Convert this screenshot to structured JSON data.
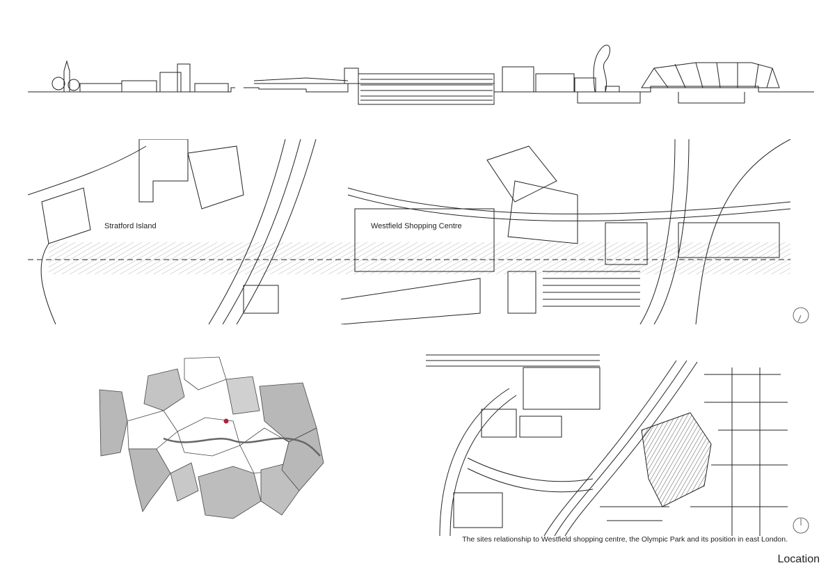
{
  "labels": {
    "stratford_island": "Stratford Island",
    "westfield": "Westfield Shopping Centre"
  },
  "caption": "The sites relationship to Westfield shopping centre, the Olympic Park and  its position in east London.",
  "title": "Location",
  "colors": {
    "line": "#222222",
    "hatch": "#555555",
    "borough_shaded": "#b8b8b8",
    "site_marker": "#b0203a"
  },
  "icons": [
    "north-arrow-icon",
    "north-arrow-icon"
  ]
}
